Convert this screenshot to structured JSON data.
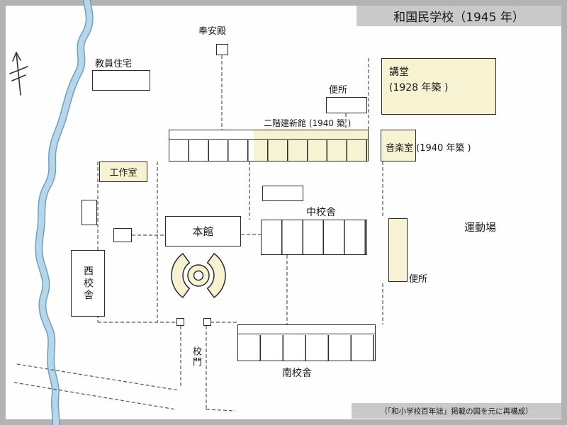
{
  "title": "和国民学校（1945 年）",
  "credit": "（「和小学校百年誌」掲載の図を元に再構成）",
  "labels": {
    "teachers_housing": "教員住宅",
    "hoanden": "奉安殿",
    "toilet_north": "便所",
    "auditorium": "講堂",
    "auditorium_year": "(1928 年築 )",
    "two_story_annex": "二階建新館 (1940 築 )",
    "music_room": "音楽室 (1940 年築 )",
    "workshop": "工作室",
    "main_building": "本館",
    "middle_wing": "中校舎",
    "west_wing": "西校舎",
    "toilet_east": "便所",
    "south_wing": "南校舎",
    "school_gate": "校門",
    "playground": "運動場"
  },
  "colors": {
    "highlight_cream": "#f7f2d2",
    "river_fill": "#b7d6e9",
    "river_edge": "#6f9fbf",
    "banner_gray": "#c9c9c9",
    "line_dark": "#2a2a2a"
  },
  "map_features": {
    "river": "river",
    "north_arrow": "north-arrow-icon",
    "monument": "courtyard-monument",
    "boundaries": "dashed-boundary-lines"
  }
}
